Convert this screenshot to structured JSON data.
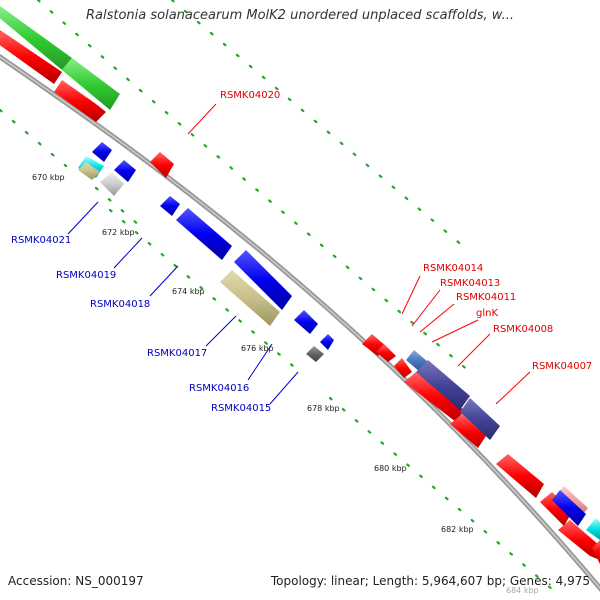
{
  "title": "Ralstonia solanacearum MolK2 unordered unplaced scaffolds, w...",
  "footer": {
    "accession": "Accession: NS_000197",
    "summary": "Topology: linear; Length: 5,964,607 bp; Genes: 4,975"
  },
  "ticks": [
    "670 kbp",
    "672 kbp",
    "674 kbp",
    "676 kbp",
    "678 kbp",
    "680 kbp",
    "682 kbp",
    "684 kbp"
  ],
  "colors": {
    "forward_cds": "#ff0000",
    "reverse_cds": "#0000ff",
    "rna": "#33cc33",
    "backbone": "#999999"
  },
  "genes_forward": [
    {
      "name": "RSMK04020"
    },
    {
      "name": "RSMK04014"
    },
    {
      "name": "RSMK04013"
    },
    {
      "name": "RSMK04011"
    },
    {
      "name": "glnK"
    },
    {
      "name": "RSMK04008"
    },
    {
      "name": "RSMK04007"
    }
  ],
  "genes_reverse": [
    {
      "name": "RSMK04021"
    },
    {
      "name": "RSMK04019"
    },
    {
      "name": "RSMK04018"
    },
    {
      "name": "RSMK04017"
    },
    {
      "name": "RSMK04016"
    },
    {
      "name": "RSMK04015"
    }
  ]
}
